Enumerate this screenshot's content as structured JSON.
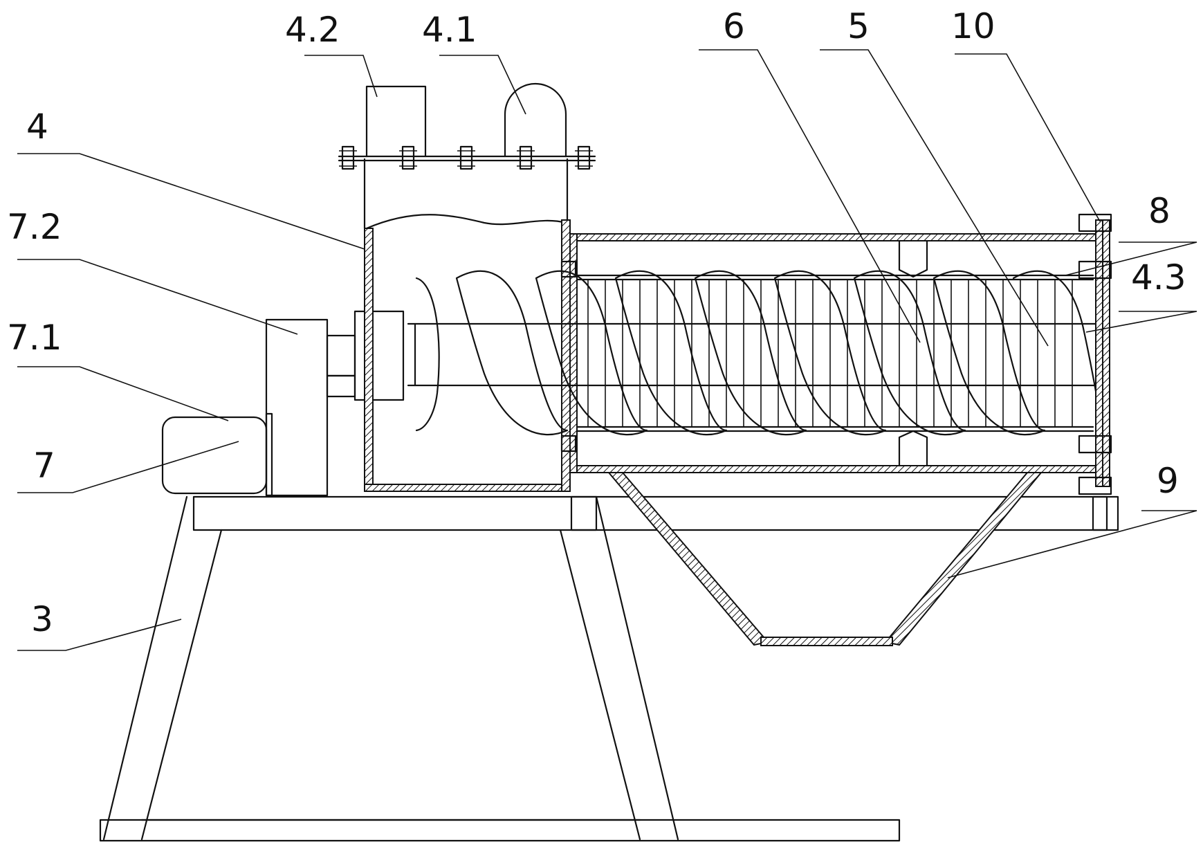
{
  "labels": {
    "l_4_2": "4.2",
    "l_4_1": "4.1",
    "l_6": "6",
    "l_5": "5",
    "l_10": "10",
    "l_4": "4",
    "l_8": "8",
    "l_7_2": "7.2",
    "l_4_3": "4.3",
    "l_7_1": "7.1",
    "l_7": "7",
    "l_9": "9",
    "l_3": "3"
  }
}
